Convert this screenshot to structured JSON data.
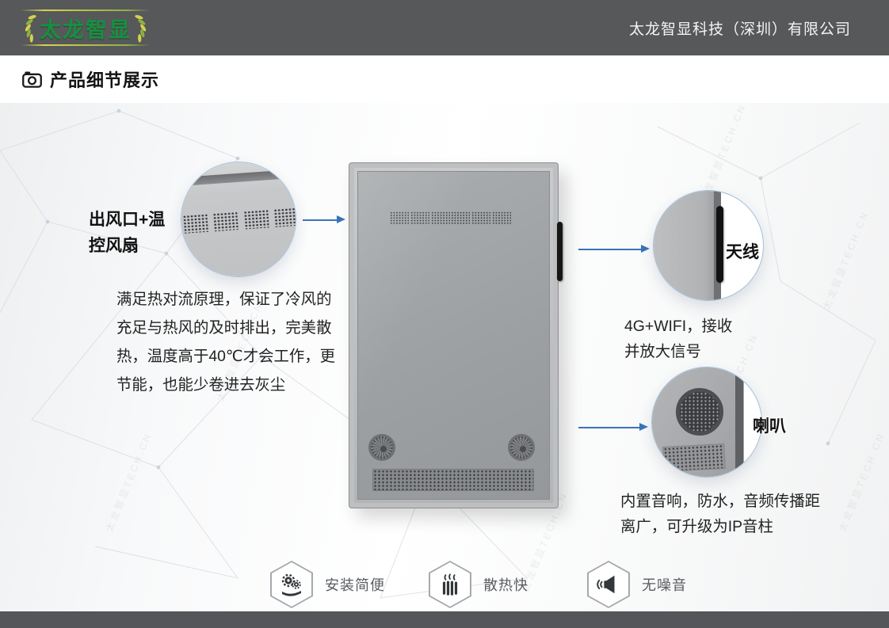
{
  "header": {
    "logo_text": "太龙智显",
    "company_name": "太龙智显科技（深圳）有限公司"
  },
  "section_title": "产品细节展示",
  "watermark": "太龙智显TECH.CN",
  "callouts": {
    "vent": {
      "label": "出风口+温控风扇",
      "description": "满足热对流原理，保证了冷风的充足与热风的及时排出，完美散热，温度高于40℃才会工作，更节能，也能少卷进去灰尘"
    },
    "antenna": {
      "label": "天线",
      "line1": "4G+WIFI，接收",
      "line2": "并放大信号"
    },
    "speaker": {
      "label": "喇叭",
      "line1": "内置音响，防水，音频传播距",
      "line2": "离广，可升级为IP音柱"
    }
  },
  "features": [
    {
      "label": "安装简便",
      "icon": "install-gears-hand-icon"
    },
    {
      "label": "散热快",
      "icon": "heatsink-icon"
    },
    {
      "label": "无噪音",
      "icon": "no-noise-speaker-icon"
    }
  ],
  "colors": {
    "header_bg": "#57585a",
    "accent_blue": "#3a74b8",
    "logo_green": "#15913f",
    "panel_gray": "#9da0a3"
  }
}
